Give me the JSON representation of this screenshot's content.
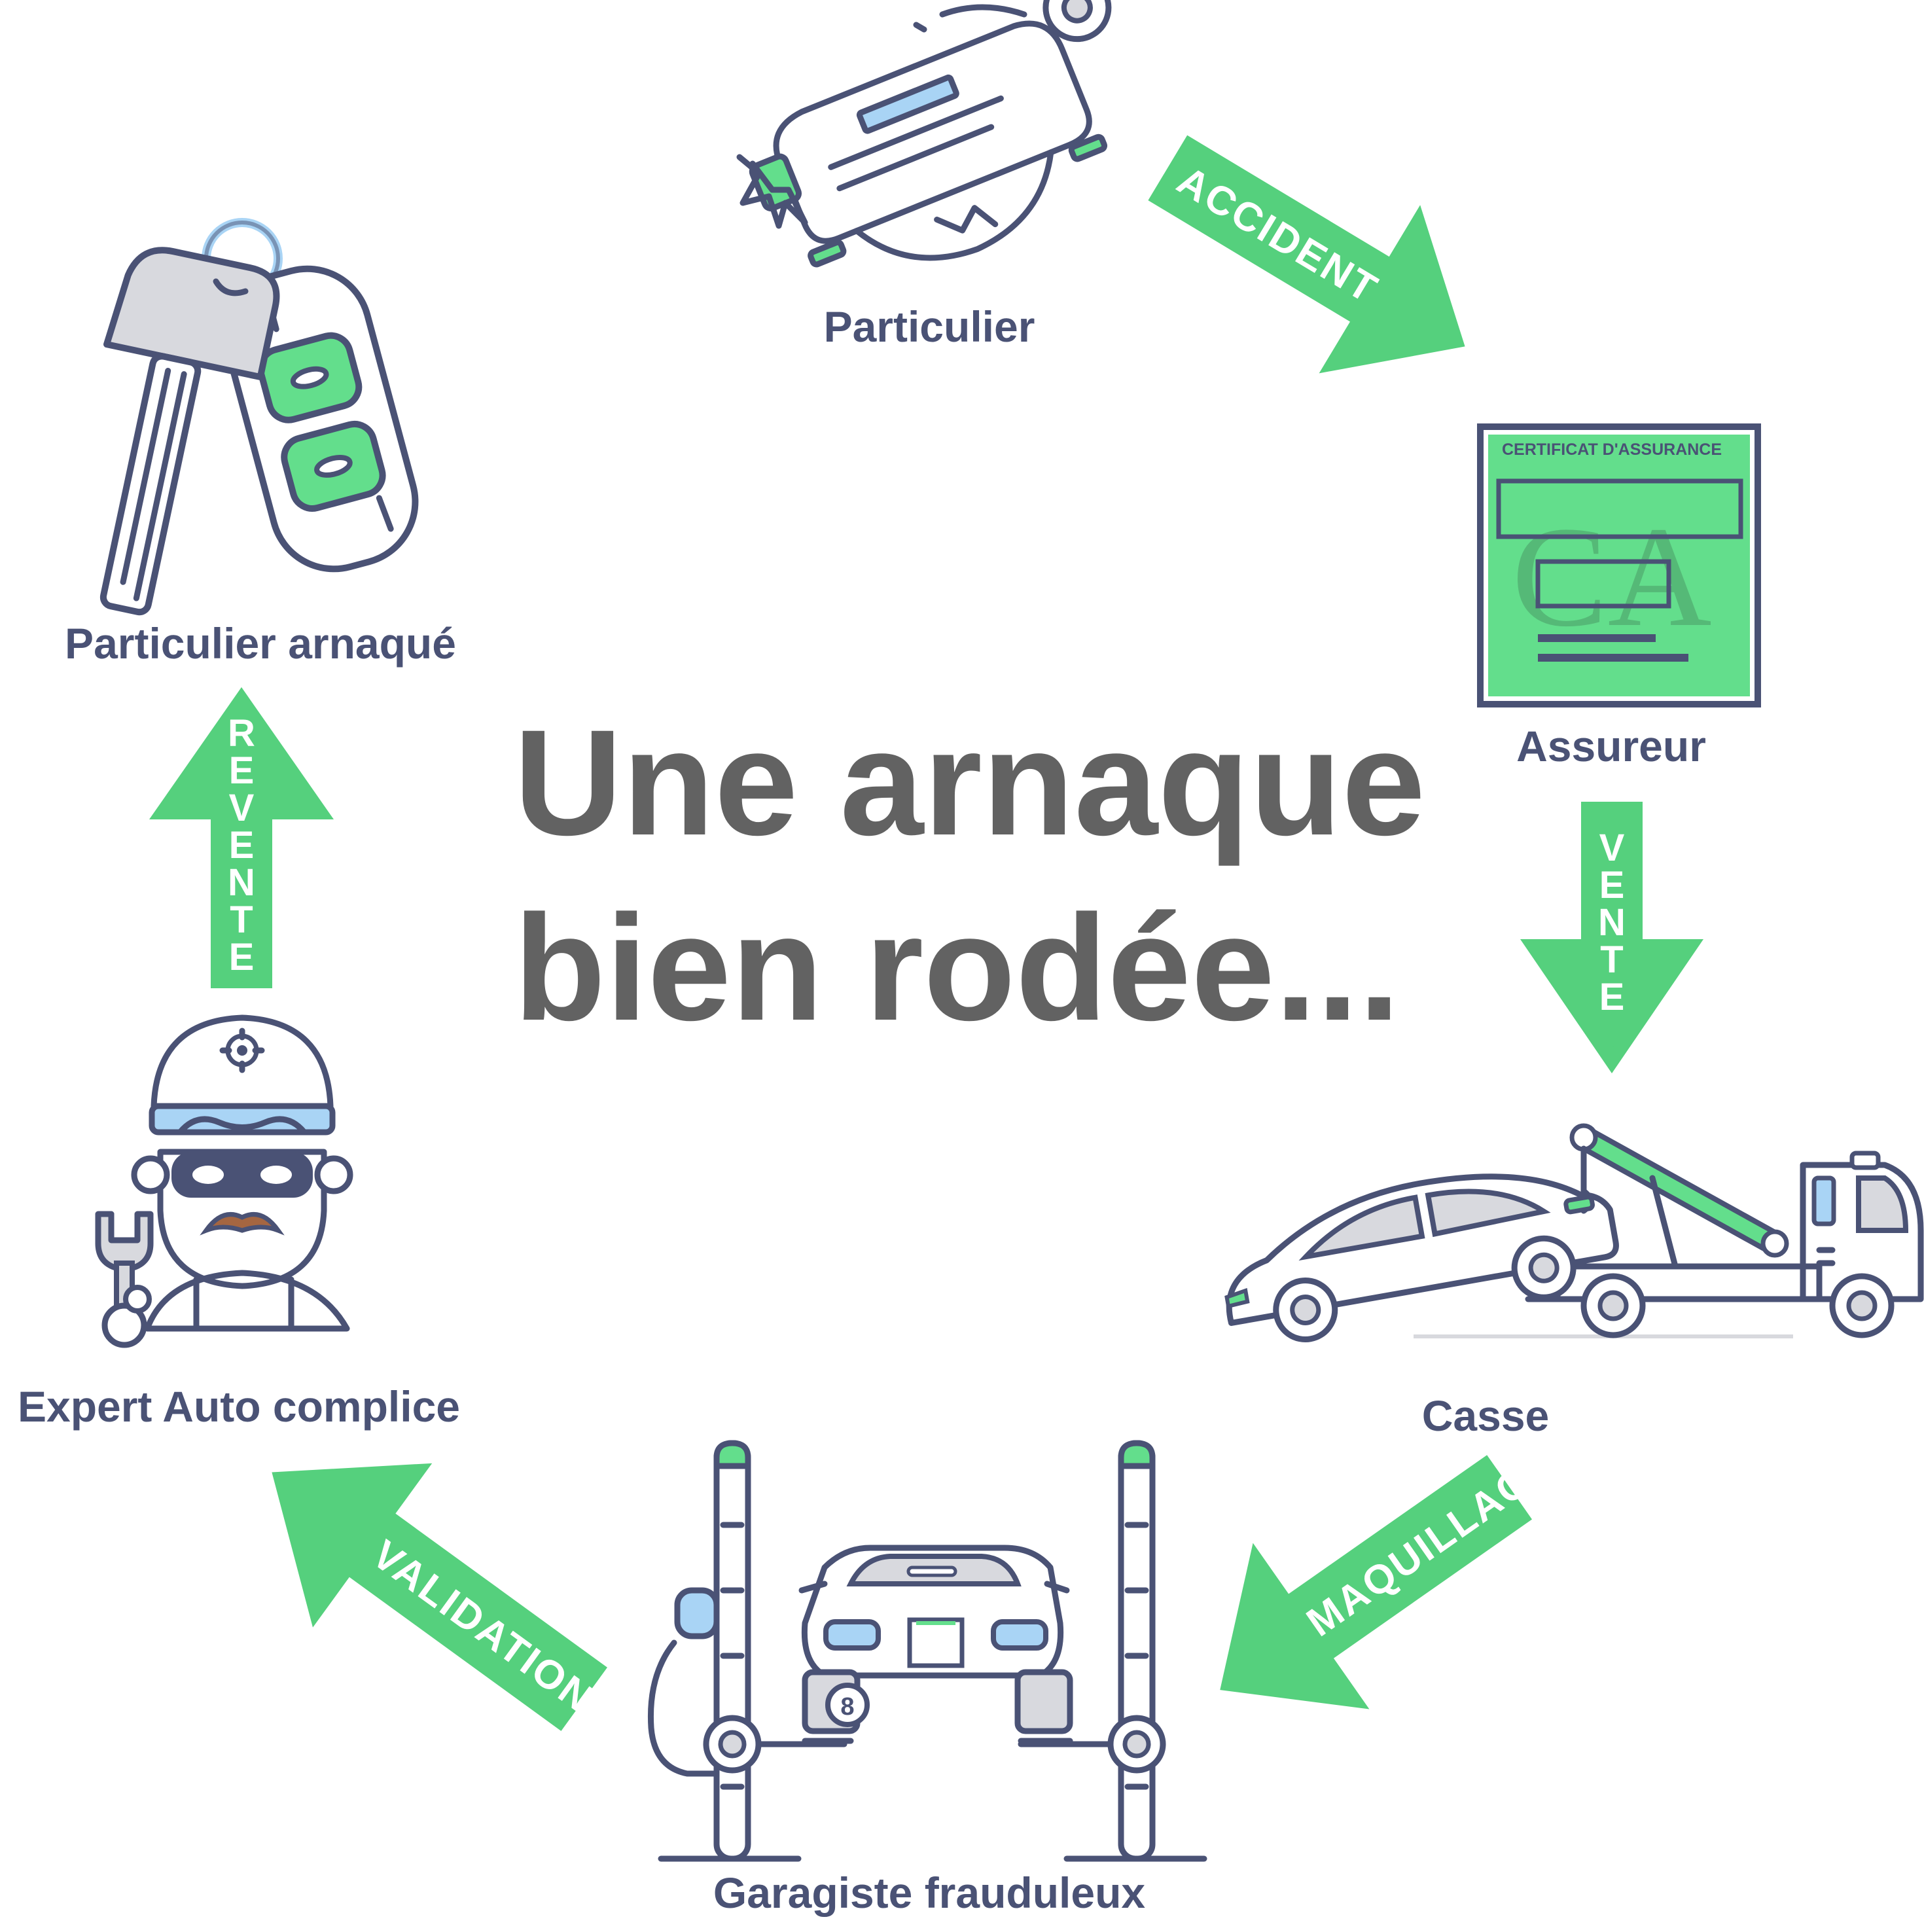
{
  "title": {
    "line1": "Une arnaque",
    "line2": "bien rodée..."
  },
  "nodes": {
    "particulier": "Particulier",
    "assureur": "Assureur",
    "casse": "Casse",
    "garagiste": "Garagiste frauduleux",
    "expert": "Expert Auto complice",
    "arnaque": "Particulier arnaqué"
  },
  "arrows": {
    "accident": "ACCIDENT",
    "vente": "VENTE",
    "maquillage": "MAQUILLAGE",
    "validation": "VALIDATION",
    "revente": "REVENTE"
  },
  "certificate": {
    "heading": "CERTIFICAT D'ASSURANCE",
    "watermark": "CA"
  },
  "plate_number": "8",
  "colors": {
    "green": "#55d07d",
    "light_green": "#63de8c",
    "navy": "#4a5275",
    "gray": "#626262",
    "light_blue": "#a9d4f5",
    "light_gray": "#d8d9de",
    "brown": "#a56641"
  },
  "icons": [
    "crashed-car-icon",
    "insurance-certificate-icon",
    "tow-truck-icon",
    "car-lift-icon",
    "mechanic-icon",
    "car-keys-icon"
  ]
}
